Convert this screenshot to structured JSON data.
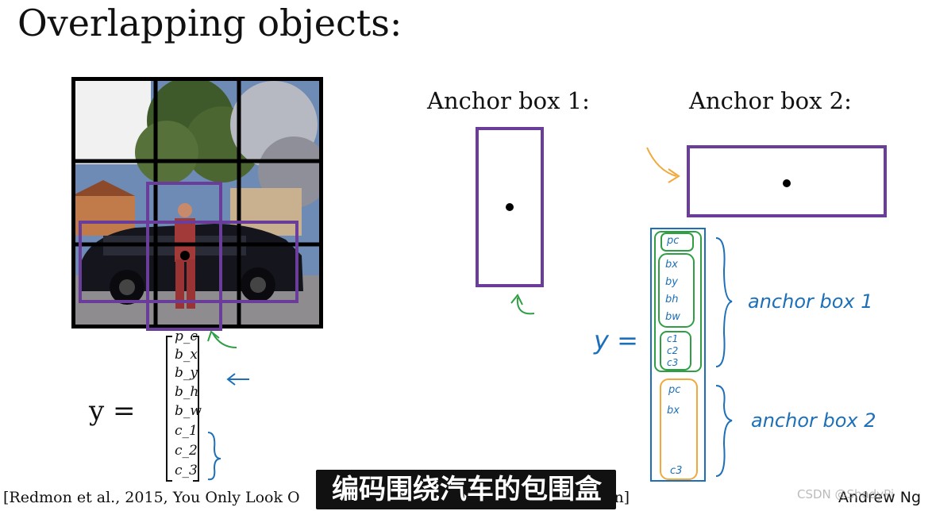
{
  "title": "Overlapping objects:",
  "anchor_box_1_label": "Anchor box 1:",
  "anchor_box_2_label": "Anchor box 2:",
  "y_equals": "y  =",
  "vector_labels": [
    "p_c",
    "b_x",
    "b_y",
    "b_h",
    "b_w",
    "c_1",
    "c_2",
    "c_3"
  ],
  "handwriting": {
    "y_equals": "y =",
    "anchor_box_1": "anchor box 1",
    "anchor_box_2": "anchor box 2",
    "group1": [
      "pc",
      "bx",
      "by",
      "bh",
      "bw",
      "c1",
      "c2",
      "c3"
    ],
    "group2": [
      "pc",
      "bx",
      "c3"
    ]
  },
  "citation": "[Redmon et al., 2015, You Only Look O",
  "citation_tail": "on]",
  "author": "Andrew Ng",
  "subtitle": "编码围绕汽车的包围盒",
  "watermark": "CSDN @ShadyPi",
  "colors": {
    "purple": "#6a3d9a",
    "green": "#2f9e44",
    "blue": "#1c6fb8",
    "orange": "#f2a93b",
    "grid": "#000000"
  }
}
